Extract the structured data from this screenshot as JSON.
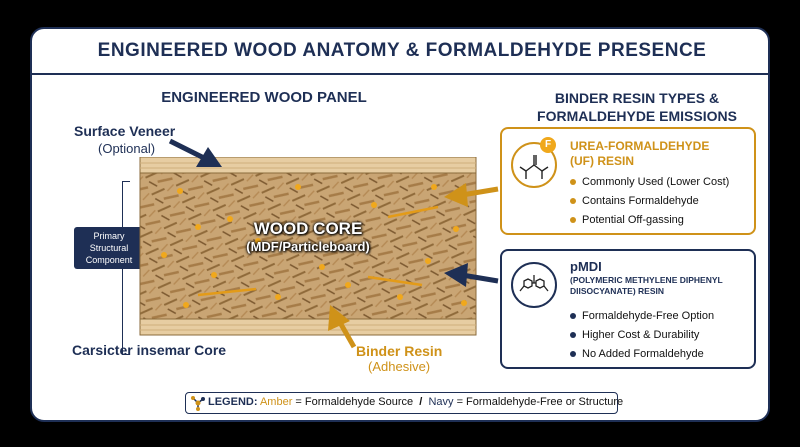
{
  "title": "ENGINEERED WOOD ANATOMY & FORMALDEHYDE PRESENCE",
  "panel": {
    "heading": "ENGINEERED WOOD PANEL",
    "surface_veneer": "Surface Veneer",
    "surface_veneer_note": "(Optional)",
    "core_title": "WOOD CORE",
    "core_subtitle": "(MDF/Particleboard)",
    "bracket_label": [
      "Primary",
      "Structural",
      "Component"
    ],
    "core_label": "Carsicter insemar Core",
    "binder": "Binder Resin",
    "binder_note": "(Adhesive)"
  },
  "resins": {
    "heading_line1": "BINDER RESIN TYPES &",
    "heading_line2": "FORMALDEHYDE EMISSIONS",
    "uf": {
      "title_line1": "UREA-FORMALDEHYDE",
      "title_line2": "(UF) RESIN",
      "badge": "F",
      "bullets": [
        "Commonly Used (Lower Cost)",
        "Contains Formaldehyde",
        "Potential Off-gassing"
      ]
    },
    "pmdi": {
      "title": "pMDI",
      "subtitle_line1": "(POLYMERIC METHYLENE DIPHENYL",
      "subtitle_line2": "DIISOCYANATE) RESIN",
      "bullets": [
        "Formaldehyde-Free Option",
        "Higher Cost & Durability",
        "No Added Formaldehyde"
      ]
    }
  },
  "legend": {
    "label": "LEGEND:",
    "amber_word": "Amber",
    "amber_text": "= Formaldehyde Source",
    "separator": "/",
    "navy_word": "Navy",
    "navy_text": "= Formaldehyde-Free or Structure"
  },
  "colors": {
    "navy": "#1e2f55",
    "amber": "#cf9219",
    "wood": "#c9a574",
    "veneer": "#e7cda2"
  },
  "icons": [
    "molecule-icon",
    "molecule-icon",
    "legend-molecule-icon",
    "arrow-icon"
  ]
}
